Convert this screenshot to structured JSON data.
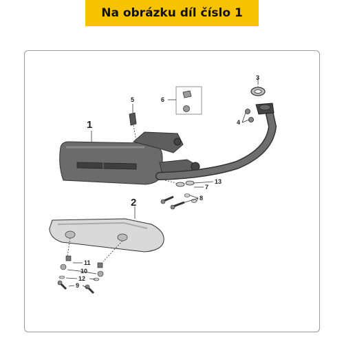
{
  "banner": {
    "text": "Na obrázku díl číslo 1",
    "color": "#f7c300"
  },
  "callouts": [
    "1",
    "2",
    "3",
    "4",
    "5",
    "6",
    "7",
    "8",
    "9",
    "10",
    "11",
    "12",
    "13"
  ]
}
